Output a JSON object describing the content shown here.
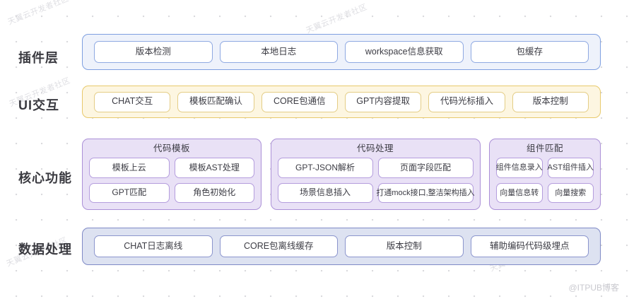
{
  "diagram": {
    "title_watermark": "@ITPUB博客",
    "watermarks": [
      "天翼云开发者社区",
      "天翼云开发者社区",
      "天翼云开发者社区",
      "天翼云开发者社区",
      "天翼云开发者社区"
    ],
    "colors": {
      "plugin_fill": "#eef2fb",
      "plugin_border": "#7e9fe0",
      "ui_fill": "#fdf6e1",
      "ui_border": "#e8c96b",
      "core_fill": "#e9e1f6",
      "core_border": "#ab90d7",
      "data_fill": "#dde2f1",
      "data_border": "#7f8ac6",
      "chip_fill": "#ffffff",
      "text": "#3c3c44"
    },
    "rows": [
      {
        "label": "插件层",
        "items": [
          "版本检测",
          "本地日志",
          "workspace信息获取",
          "包缓存"
        ]
      },
      {
        "label": "UI交互",
        "items": [
          "CHAT交互",
          "模板匹配确认",
          "CORE包通信",
          "GPT内容提取",
          "代码光标插入",
          "版本控制"
        ]
      },
      {
        "label": "核心功能",
        "groups": [
          {
            "title": "代码模板",
            "items": [
              "模板上云",
              "模板AST处理",
              "GPT匹配",
              "角色初始化"
            ]
          },
          {
            "title": "代码处理",
            "items": [
              "GPT-JSON解析",
              "页面字段匹配",
              "场景信息插入",
              "打通mock接口,整洁架构插入"
            ]
          },
          {
            "title": "组件匹配",
            "items": [
              "组件信息录入",
              "AST组件插入",
              "向量信息转",
              "向量搜索"
            ]
          }
        ]
      },
      {
        "label": "数据处理",
        "items": [
          "CHAT日志离线",
          "CORE包离线缓存",
          "版本控制",
          "辅助编码代码级埋点"
        ]
      }
    ]
  }
}
